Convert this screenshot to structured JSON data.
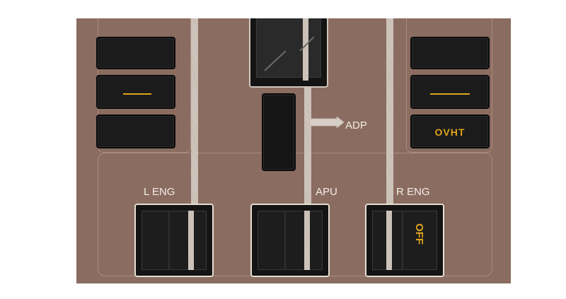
{
  "labels": {
    "l_eng": "L ENG",
    "apu": "APU",
    "r_eng": "R ENG",
    "adp": "ADP",
    "ovht": "OVHT",
    "off": "OFF"
  },
  "colors": {
    "panel": "#8b6c60",
    "amber": "#e0a41c",
    "label_white": "#f2ede6",
    "switch_black": "#141414"
  }
}
